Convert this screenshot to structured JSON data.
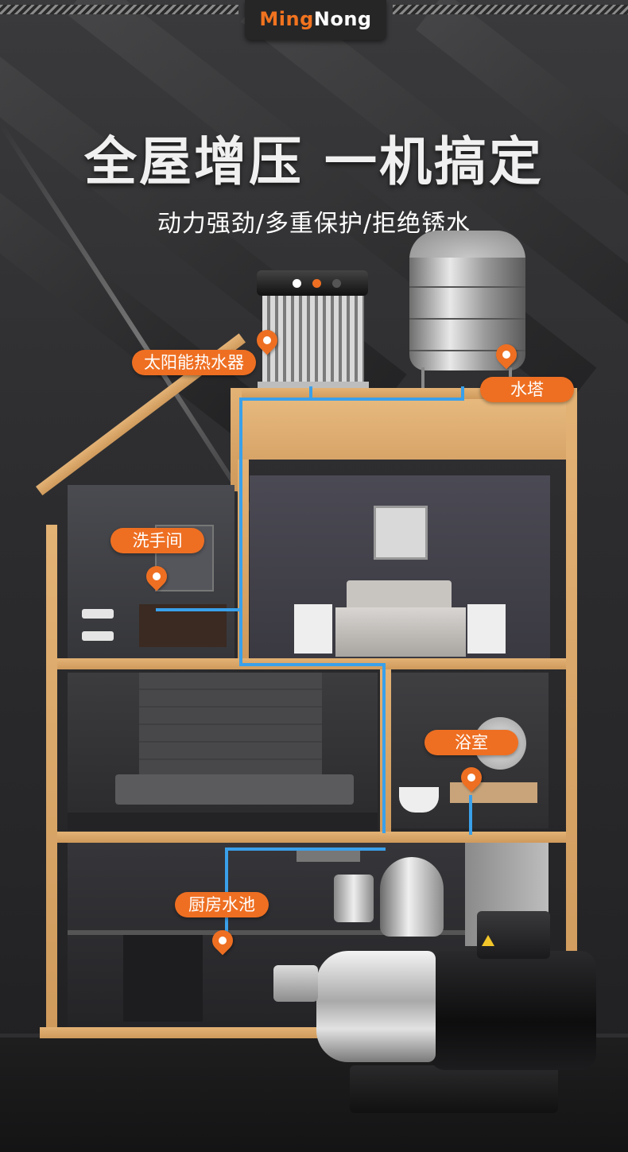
{
  "brand": {
    "part1": "Ming",
    "part2": "Nong"
  },
  "headline": "全屋增压 一机搞定",
  "subheadline": "动力强劲/多重保护/拒绝锈水",
  "labels": {
    "solar": "太阳能热水器",
    "tower": "水塔",
    "washroom": "洗手间",
    "bathroom": "浴室",
    "kitchen": "厨房水池"
  },
  "colors": {
    "accent": "#ee6f22",
    "pipe": "#3aa0ea",
    "wood": "#dcaa6b"
  }
}
